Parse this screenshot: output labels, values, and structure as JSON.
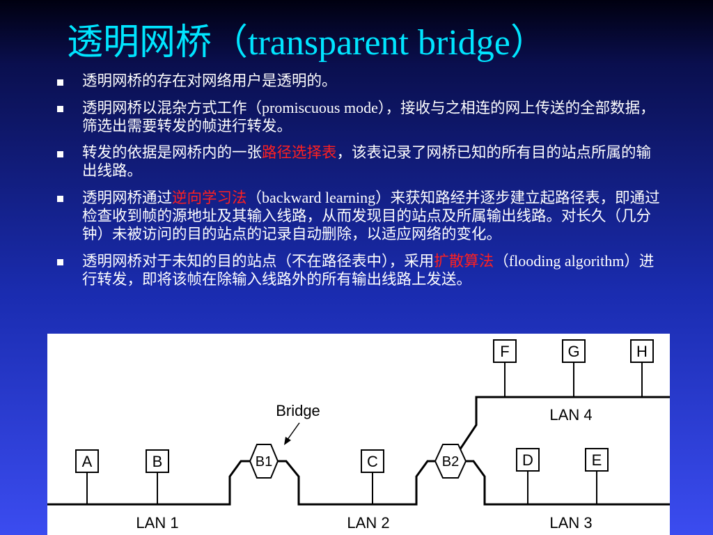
{
  "slide": {
    "title": "透明网桥（transparent bridge）"
  },
  "bullets": [
    {
      "parts": [
        {
          "t": "透明网桥的存在对网络用户是透明的。"
        }
      ]
    },
    {
      "parts": [
        {
          "t": "透明网桥以混杂方式工作（"
        },
        {
          "t": "promiscuous mode",
          "latin": true
        },
        {
          "t": "），接收与之相连的网上传送的全部数据，筛选出需要转发的帧进行转发。"
        }
      ]
    },
    {
      "parts": [
        {
          "t": "转发的依据是网桥内的一张"
        },
        {
          "t": "路径选择表",
          "hl": true
        },
        {
          "t": "，该表记录了网桥已知的所有目的站点所属的输出线路。"
        }
      ]
    },
    {
      "parts": [
        {
          "t": "透明网桥通过"
        },
        {
          "t": "逆向学习法",
          "hl": true
        },
        {
          "t": "（"
        },
        {
          "t": "backward learning",
          "latin": true
        },
        {
          "t": "）来获知路经并逐步建立起路径表，即通过检查收到帧的源地址及其输入线路，从而发现目的站点及所属输出线路。对长久（几分钟）未被访问的目的站点的记录自动删除，以适应网络的变化。"
        }
      ]
    },
    {
      "parts": [
        {
          "t": "透明网桥对于未知的目的站点（不在路径表中），采用"
        },
        {
          "t": "扩散算法",
          "hl": true
        },
        {
          "t": "（"
        },
        {
          "t": "flooding algorithm",
          "latin": true
        },
        {
          "t": "）进行转发，即将该帧在除输入线路外的所有输出线路上发送。"
        }
      ]
    }
  ],
  "diagram": {
    "stations": {
      "A": "A",
      "B": "B",
      "C": "C",
      "D": "D",
      "E": "E",
      "F": "F",
      "G": "G",
      "H": "H"
    },
    "bridges": {
      "b1": "B1",
      "b2": "B2"
    },
    "bridge_label": "Bridge",
    "lans": {
      "lan1": "LAN 1",
      "lan2": "LAN 2",
      "lan3": "LAN 3",
      "lan4": "LAN 4"
    }
  },
  "colors": {
    "title": "#00e5ff",
    "text": "#ffffff",
    "highlight": "#ff2020",
    "diagram_background": "#ffffff",
    "diagram_ink": "#000000"
  }
}
